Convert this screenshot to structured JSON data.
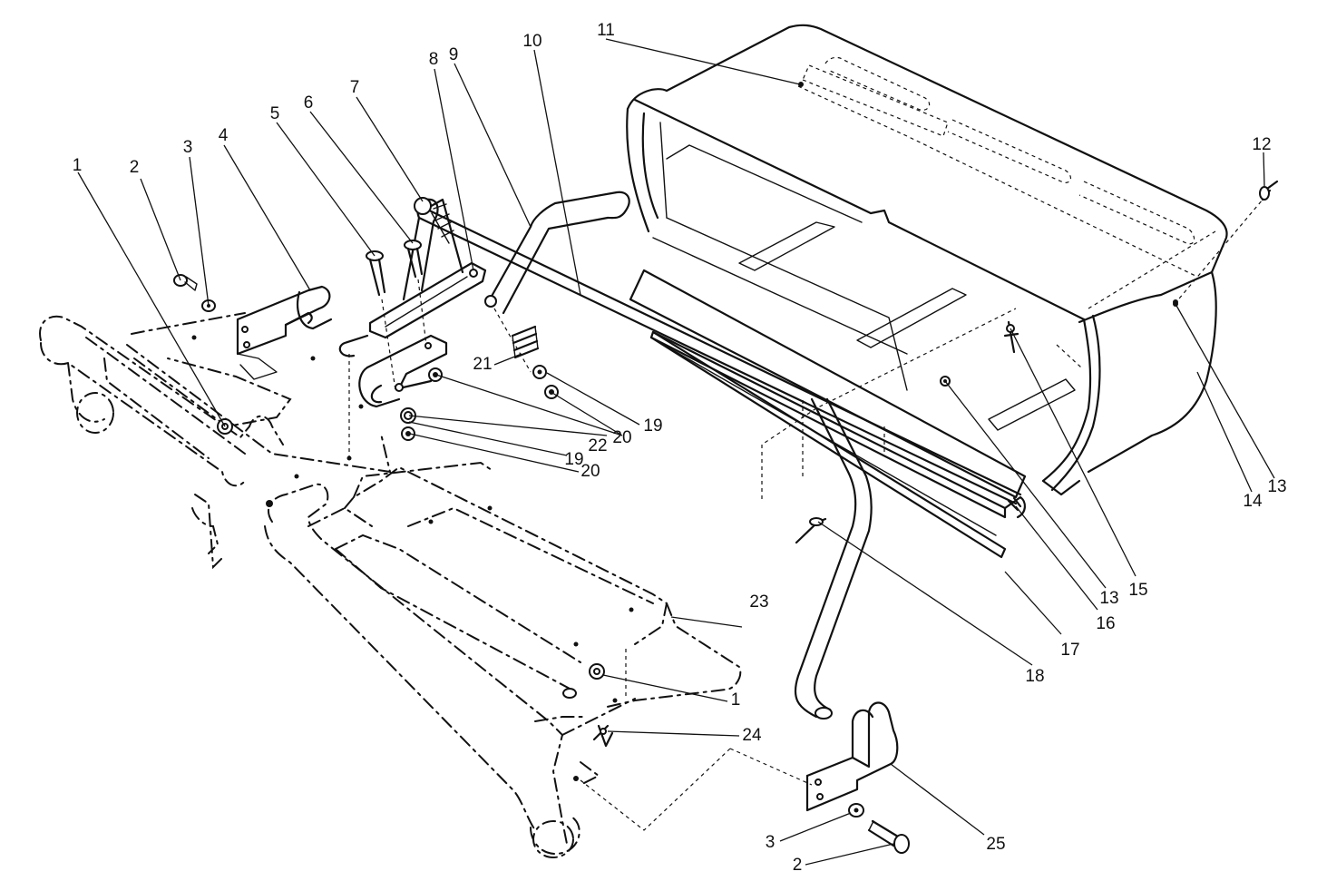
{
  "labels": [
    {
      "id": "1",
      "text": "1"
    },
    {
      "id": "2",
      "text": "2"
    },
    {
      "id": "3",
      "text": "3"
    },
    {
      "id": "4",
      "text": "4"
    },
    {
      "id": "5",
      "text": "5"
    },
    {
      "id": "6",
      "text": "6"
    },
    {
      "id": "7",
      "text": "7"
    },
    {
      "id": "8",
      "text": "8"
    },
    {
      "id": "9",
      "text": "9"
    },
    {
      "id": "10",
      "text": "10"
    },
    {
      "id": "11",
      "text": "11"
    },
    {
      "id": "12",
      "text": "12"
    },
    {
      "id": "13",
      "text": "13"
    },
    {
      "id": "14",
      "text": "14"
    },
    {
      "id": "15",
      "text": "15"
    },
    {
      "id": "16",
      "text": "16"
    },
    {
      "id": "17",
      "text": "17"
    },
    {
      "id": "18",
      "text": "18"
    },
    {
      "id": "19",
      "text": "19"
    },
    {
      "id": "20",
      "text": "20"
    },
    {
      "id": "21",
      "text": "21"
    },
    {
      "id": "22",
      "text": "22"
    },
    {
      "id": "23",
      "text": "23"
    },
    {
      "id": "24",
      "text": "24"
    },
    {
      "id": "25",
      "text": "25"
    }
  ]
}
